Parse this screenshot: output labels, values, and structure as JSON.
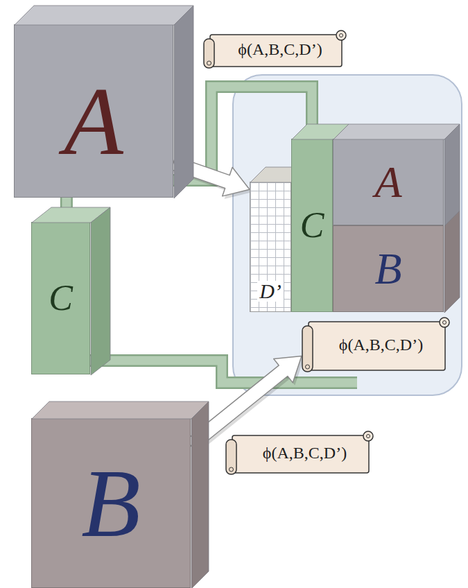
{
  "diagram": {
    "nodes": [
      {
        "text": [
          "ϕ(A,B,C,D’)"
        ]
      },
      {
        "text": [
          "A"
        ]
      },
      {
        "text": [
          "D’"
        ]
      },
      {
        "text": [
          "C"
        ]
      },
      {
        "text": [
          "A"
        ]
      },
      {
        "text": [
          "B"
        ]
      },
      {
        "text": [
          "C"
        ]
      },
      {
        "text": [
          "ϕ(A,B,C,D’)"
        ]
      },
      {
        "text": [
          "ϕ(A,B,C,D’)"
        ]
      },
      {
        "text": [
          "B"
        ]
      }
    ],
    "edges": [
      {
        "from": 1,
        "to": 2,
        "arrow": "to"
      },
      {
        "from": 9,
        "to": 7,
        "arrow": "to"
      },
      {
        "from": 1,
        "to": 6,
        "arrow": "none"
      },
      {
        "from": 1,
        "to": 3,
        "arrow": "none"
      }
    ]
  }
}
